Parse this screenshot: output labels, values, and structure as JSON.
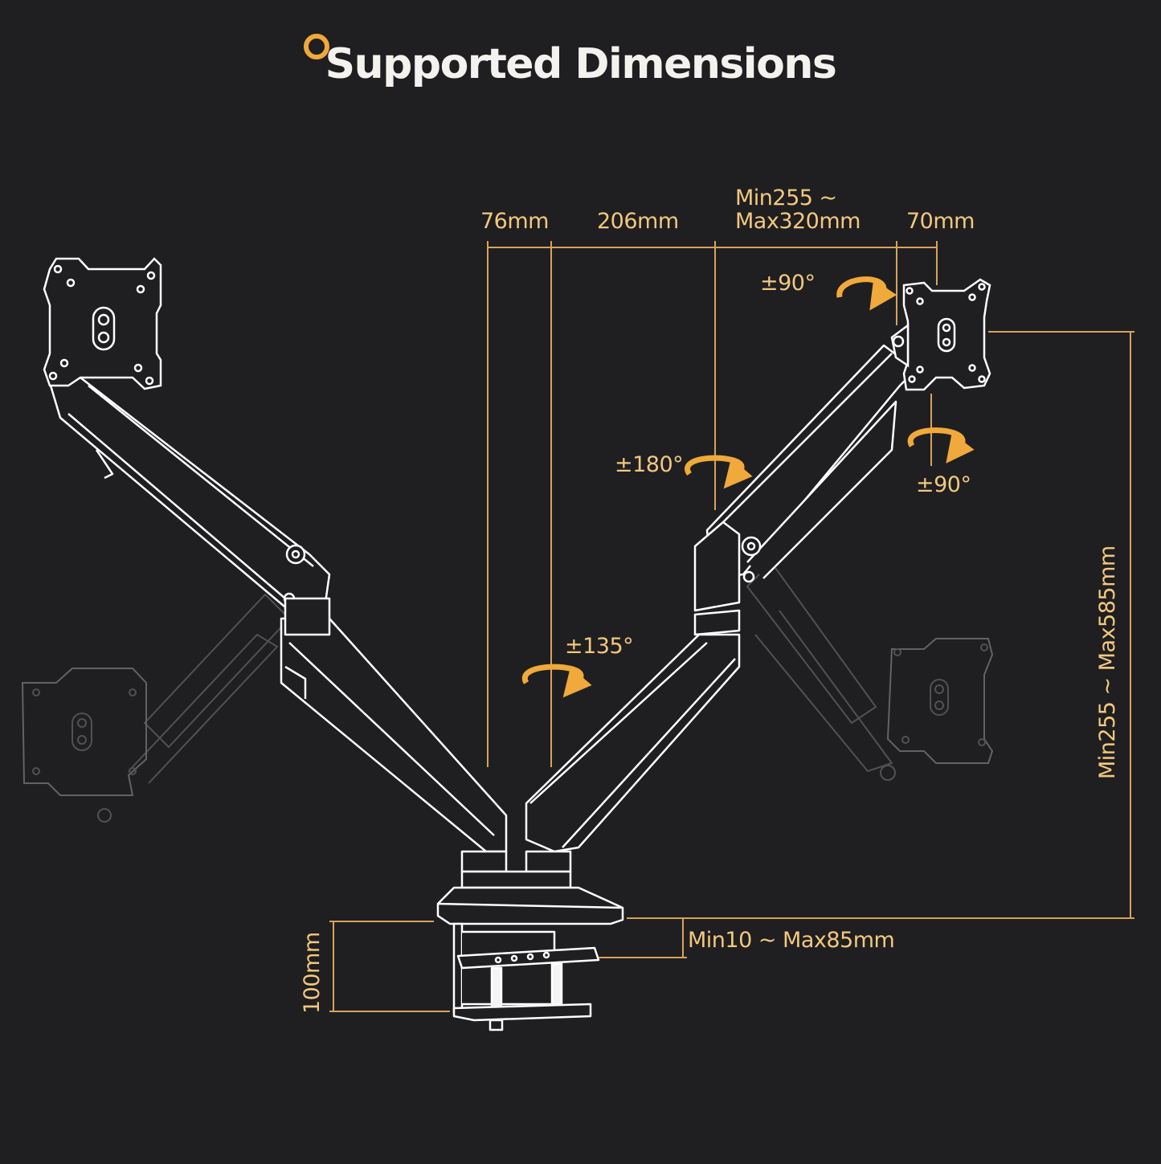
{
  "title": "Supported Dimensions",
  "colors": {
    "background": "#1f1f21",
    "title_text": "#f4f2ee",
    "accent": "#f0a93b",
    "dimension_line": "#d9a25a",
    "dimension_text": "#f3c87e",
    "outline": "#ffffff",
    "ghost_outline": "#8a8a8a"
  },
  "dimensions": {
    "top": [
      {
        "id": "pole-offset",
        "label": "76mm"
      },
      {
        "id": "arm-segment-1",
        "label": "206mm"
      },
      {
        "id": "arm-segment-2",
        "label_line1": "Min255 ~",
        "label_line2": "Max320mm"
      },
      {
        "id": "head-offset",
        "label": "70mm"
      }
    ],
    "height_range": "Min255 ~ Max585mm",
    "clamp_height": "100mm",
    "desk_thickness": "Min10 ~ Max85mm"
  },
  "rotations": [
    {
      "id": "vesa-tilt",
      "label": "±90°",
      "icon": "rotate-arrow-icon"
    },
    {
      "id": "vesa-swivel",
      "label": "±90°",
      "icon": "rotate-arrow-icon"
    },
    {
      "id": "elbow-swivel",
      "label": "±180°",
      "icon": "rotate-arrow-icon"
    },
    {
      "id": "base-swivel",
      "label": "±135°",
      "icon": "rotate-arrow-icon"
    }
  ]
}
